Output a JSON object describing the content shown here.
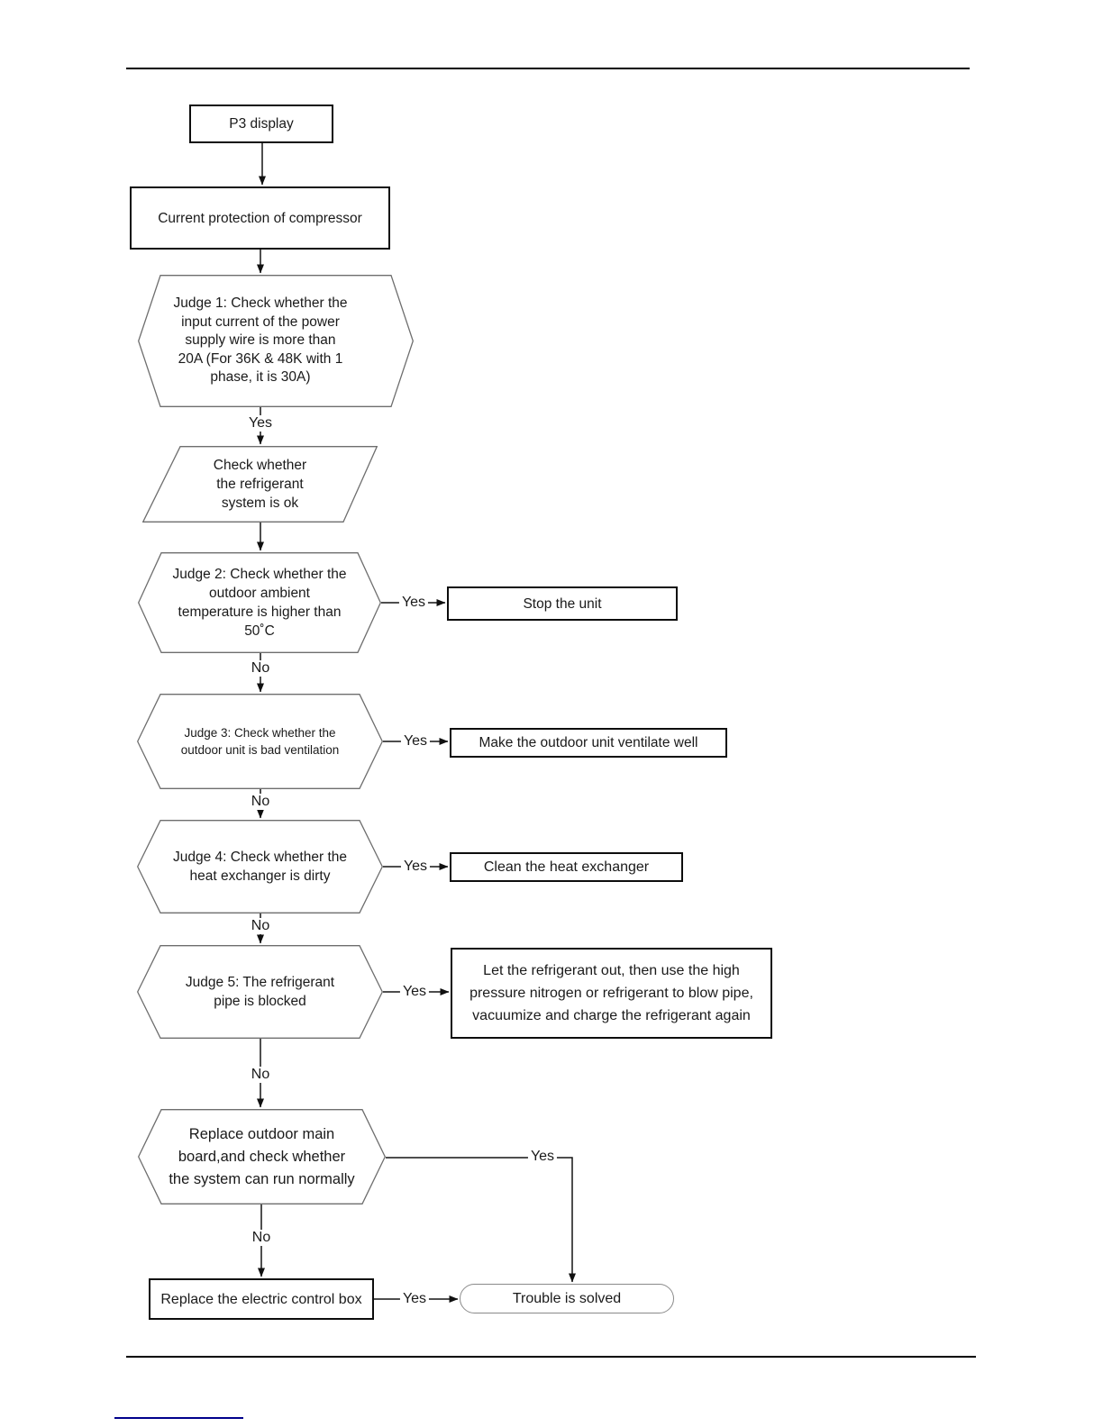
{
  "flowchart": {
    "nodes": {
      "p3_display": "P3 display",
      "current_protection": "Current protection of compressor",
      "judge1": "Judge 1: Check whether the\ninput current of the power\nsupply wire is more than\n20A (For 36K & 48K with 1\nphase, it is 30A)",
      "refrigerant_system_check": "Check whether\nthe refrigerant\nsystem is ok",
      "judge2": "Judge 2: Check whether the\noutdoor ambient\ntemperature is higher than\n50˚C",
      "stop_unit": "Stop the unit",
      "judge3": "Judge 3: Check whether the\noutdoor unit is bad ventilation",
      "ventilate_well": "Make the outdoor unit ventilate well",
      "judge4": "Judge 4: Check whether the\nheat exchanger is dirty",
      "clean_heat_exchanger": "Clean the heat exchanger",
      "judge5": "Judge 5: The refrigerant\npipe is blocked",
      "refrigerant_fix": "Let the refrigerant out, then use the high\npressure nitrogen or refrigerant to blow pipe,\nvacuumize and charge the refrigerant again",
      "replace_main_board": "Replace outdoor main\nboard,and check whether\nthe system can run normally",
      "replace_electric_box": "Replace the electric control box",
      "trouble_solved": "Trouble is solved"
    },
    "edge_labels": {
      "judge1_yes": "Yes",
      "judge2_yes": "Yes",
      "judge2_no": "No",
      "judge3_yes": "Yes",
      "judge3_no": "No",
      "judge4_yes": "Yes",
      "judge4_no": "No",
      "judge5_yes": "Yes",
      "judge5_no": "No",
      "replace_board_yes": "Yes",
      "replace_board_no": "No",
      "replace_box_yes": "Yes"
    },
    "colors": {
      "line": "#141414",
      "shape_outline": "#6e6e6e",
      "footer_link_underline": "#00008b"
    }
  }
}
